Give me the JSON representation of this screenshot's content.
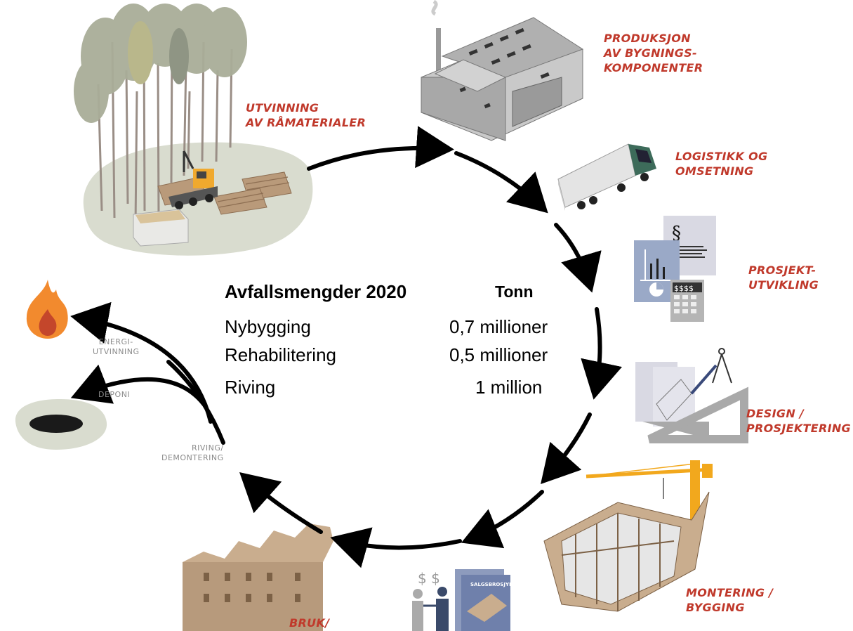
{
  "stages": {
    "raw_materials": "UTVINNING\nAV RÅMATERIALER",
    "production": "PRODUKSJON\nAV BYGNINGS-\nKOMPONENTER",
    "logistics": "LOGISTIKK OG\nOMSETNING",
    "project_dev": "PROSJEKT-\nUTVIKLING",
    "design": "DESIGN /\nPROSJEKTERING",
    "assembly": "MONTERING /\nBYGGING",
    "use": "BRUK/"
  },
  "end_of_life": {
    "energy": "ENERGI-\nUTVINNING",
    "landfill": "DEPONI",
    "demolition": "RIVING/\nDEMONTERING"
  },
  "brochure_text": "SALGSBROSJYRE",
  "calculator_text": "$$$$",
  "paragraph_symbol": "§",
  "dollar_signs": "$ $",
  "table": {
    "title": "Avfallsmengder 2020",
    "unit_header": "Tonn",
    "rows": [
      {
        "label": "Nybygging",
        "value": "0,7 millioner"
      },
      {
        "label": "Rehabilitering",
        "value": "0,5 millioner"
      },
      {
        "label": "Riving",
        "value": "1 million"
      }
    ]
  },
  "colors": {
    "accent": "#c0392b",
    "arrow": "#000000",
    "ground": "#d9dccf",
    "building_gray": "#b5b5b5",
    "wood": "#c9ad8e",
    "crane": "#f2a81d",
    "fire_outer": "#f28a2e",
    "fire_inner": "#c4462b"
  }
}
